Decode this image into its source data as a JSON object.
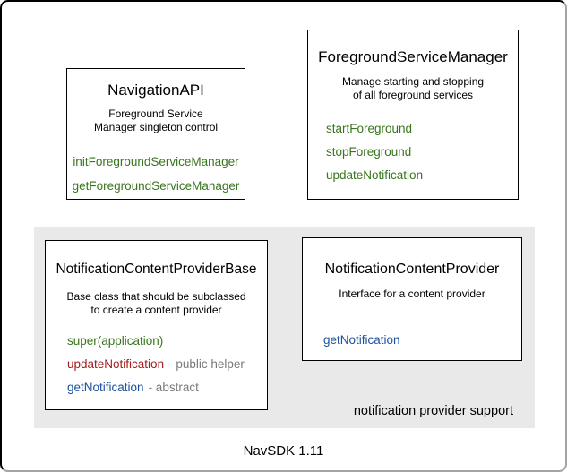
{
  "diagram": {
    "caption": "NavSDK 1.11",
    "panel_label": "notification provider support",
    "colors": {
      "method_green": "#38761d",
      "method_red": "#a51d1d",
      "method_blue": "#1b4f9e",
      "annotation_gray": "#7a7a7a",
      "panel_background": "#e9e9e9",
      "box_border": "#000000"
    },
    "classes": [
      {
        "title": "NavigationAPI",
        "description": [
          "Foreground Service",
          "Manager singleton control"
        ],
        "methods": [
          {
            "name": "initForegroundServiceManager",
            "color": "#38761d"
          },
          {
            "name": "getForegroundServiceManager",
            "color": "#38761d"
          }
        ]
      },
      {
        "title": "ForegroundServiceManager",
        "description": [
          "Manage starting and stopping",
          "of all foreground services"
        ],
        "methods": [
          {
            "name": "startForeground",
            "color": "#38761d"
          },
          {
            "name": "stopForeground",
            "color": "#38761d"
          },
          {
            "name": "updateNotification",
            "color": "#38761d"
          }
        ]
      },
      {
        "title": "NotificationContentProviderBase",
        "description": [
          "Base class that should be subclassed",
          "to create a content provider"
        ],
        "methods": [
          {
            "name": "super(application)",
            "color": "#38761d",
            "annotation": ""
          },
          {
            "name": "updateNotification",
            "color": "#a51d1d",
            "annotation": "- public helper"
          },
          {
            "name": "getNotification",
            "color": "#1b4f9e",
            "annotation": "- abstract"
          }
        ]
      },
      {
        "title": "NotificationContentProvider",
        "description": [
          "Interface for a content provider"
        ],
        "methods": [
          {
            "name": "getNotification",
            "color": "#1b4f9e"
          }
        ]
      }
    ]
  }
}
